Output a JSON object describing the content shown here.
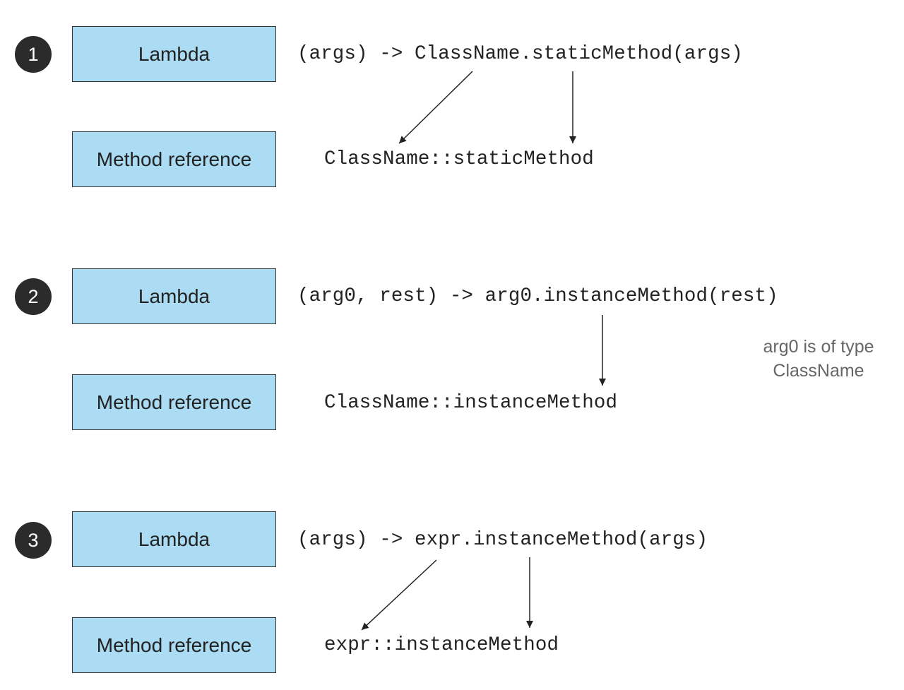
{
  "rows": [
    {
      "badge": "1",
      "lambda_label": "Lambda",
      "method_ref_label": "Method reference",
      "lambda_code": "(args) -> ClassName.staticMethod(args)",
      "method_ref_code": "ClassName::staticMethod"
    },
    {
      "badge": "2",
      "lambda_label": "Lambda",
      "method_ref_label": "Method reference",
      "lambda_code": "(arg0, rest) -> arg0.instanceMethod(rest)",
      "method_ref_code": "ClassName::instanceMethod",
      "note_lines": [
        "arg0 is of type",
        "ClassName"
      ]
    },
    {
      "badge": "3",
      "lambda_label": "Lambda",
      "method_ref_label": "Method reference",
      "lambda_code": "(args) -> expr.instanceMethod(args)",
      "method_ref_code": "expr::instanceMethod"
    }
  ],
  "colors": {
    "box_fill": "#abdcf3",
    "box_border": "#333333",
    "badge_fill": "#2b2b2b",
    "note_text": "#666666"
  }
}
